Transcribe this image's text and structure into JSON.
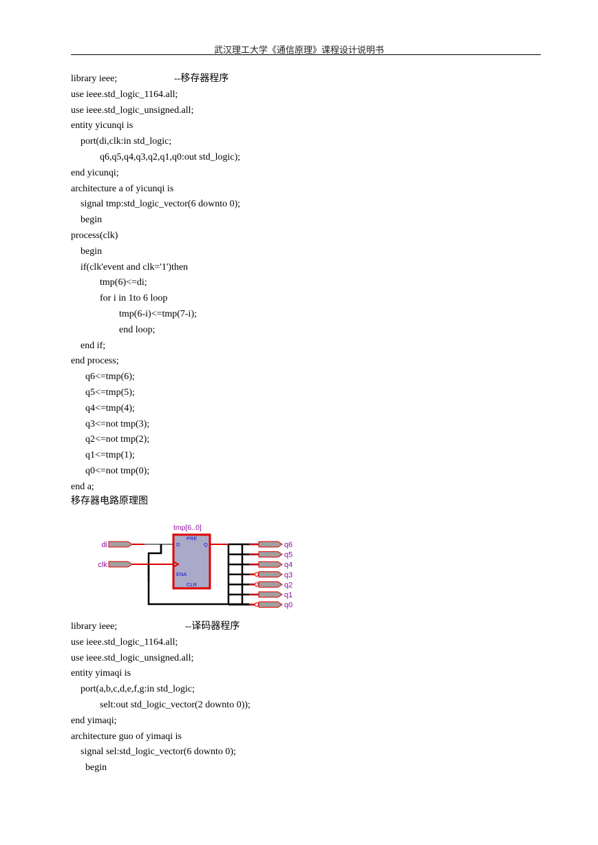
{
  "header": "武汉理工大学《通信原理》课程设计说明书",
  "block1": {
    "lines": [
      "library ieee;",
      "use ieee.std_logic_1164.all;",
      "use ieee.std_logic_unsigned.all;",
      "entity yicunqi is",
      "    port(di,clk:in std_logic;",
      "            q6,q5,q4,q3,q2,q1,q0:out std_logic);",
      "end yicunqi;",
      "architecture a of yicunqi is",
      "    signal tmp:std_logic_vector(6 downto 0);",
      "    begin",
      "process(clk)",
      "    begin",
      "    if(clk'event and clk='1')then",
      "            tmp(6)<=di;",
      "            for i in 1to 6 loop",
      "                    tmp(6-i)<=tmp(7-i);",
      "                    end loop;",
      "    end if;",
      "end process;",
      "      q6<=tmp(6);",
      "      q5<=tmp(5);",
      "      q4<=tmp(4);",
      "      q3<=not tmp(3);",
      "      q2<=not tmp(2);",
      "      q1<=tmp(1);",
      "      q0<=not tmp(0);",
      "end a;"
    ],
    "comment": "--移存器程序"
  },
  "caption": "移存器电路原理图",
  "circuit": {
    "register_label": "tmp[6..0]",
    "pin_pre": "PRE",
    "pin_d": "D",
    "pin_q": "Q",
    "pin_ena": "ENA",
    "pin_clr": "CLR",
    "inputs": [
      "di",
      "clk"
    ],
    "outputs": [
      "q6",
      "q5",
      "q4",
      "q3",
      "q2",
      "q1",
      "q0"
    ],
    "inverted": [
      false,
      false,
      false,
      true,
      true,
      false,
      true
    ],
    "colors": {
      "wire_red": "#e00000",
      "block_fill": "#aaaac8",
      "label_purple": "#8a10a0",
      "pin_blue": "#1010d0"
    }
  },
  "block2": {
    "lines": [
      "library ieee;",
      "use ieee.std_logic_1164.all;",
      "use ieee.std_logic_unsigned.all;",
      "entity yimaqi is",
      "    port(a,b,c,d,e,f,g:in std_logic;",
      "            selt:out std_logic_vector(2 downto 0));",
      "end yimaqi;",
      "architecture guo of yimaqi is",
      "    signal sel:std_logic_vector(6 downto 0);",
      "      begin"
    ],
    "comment": "--译码器程序"
  }
}
